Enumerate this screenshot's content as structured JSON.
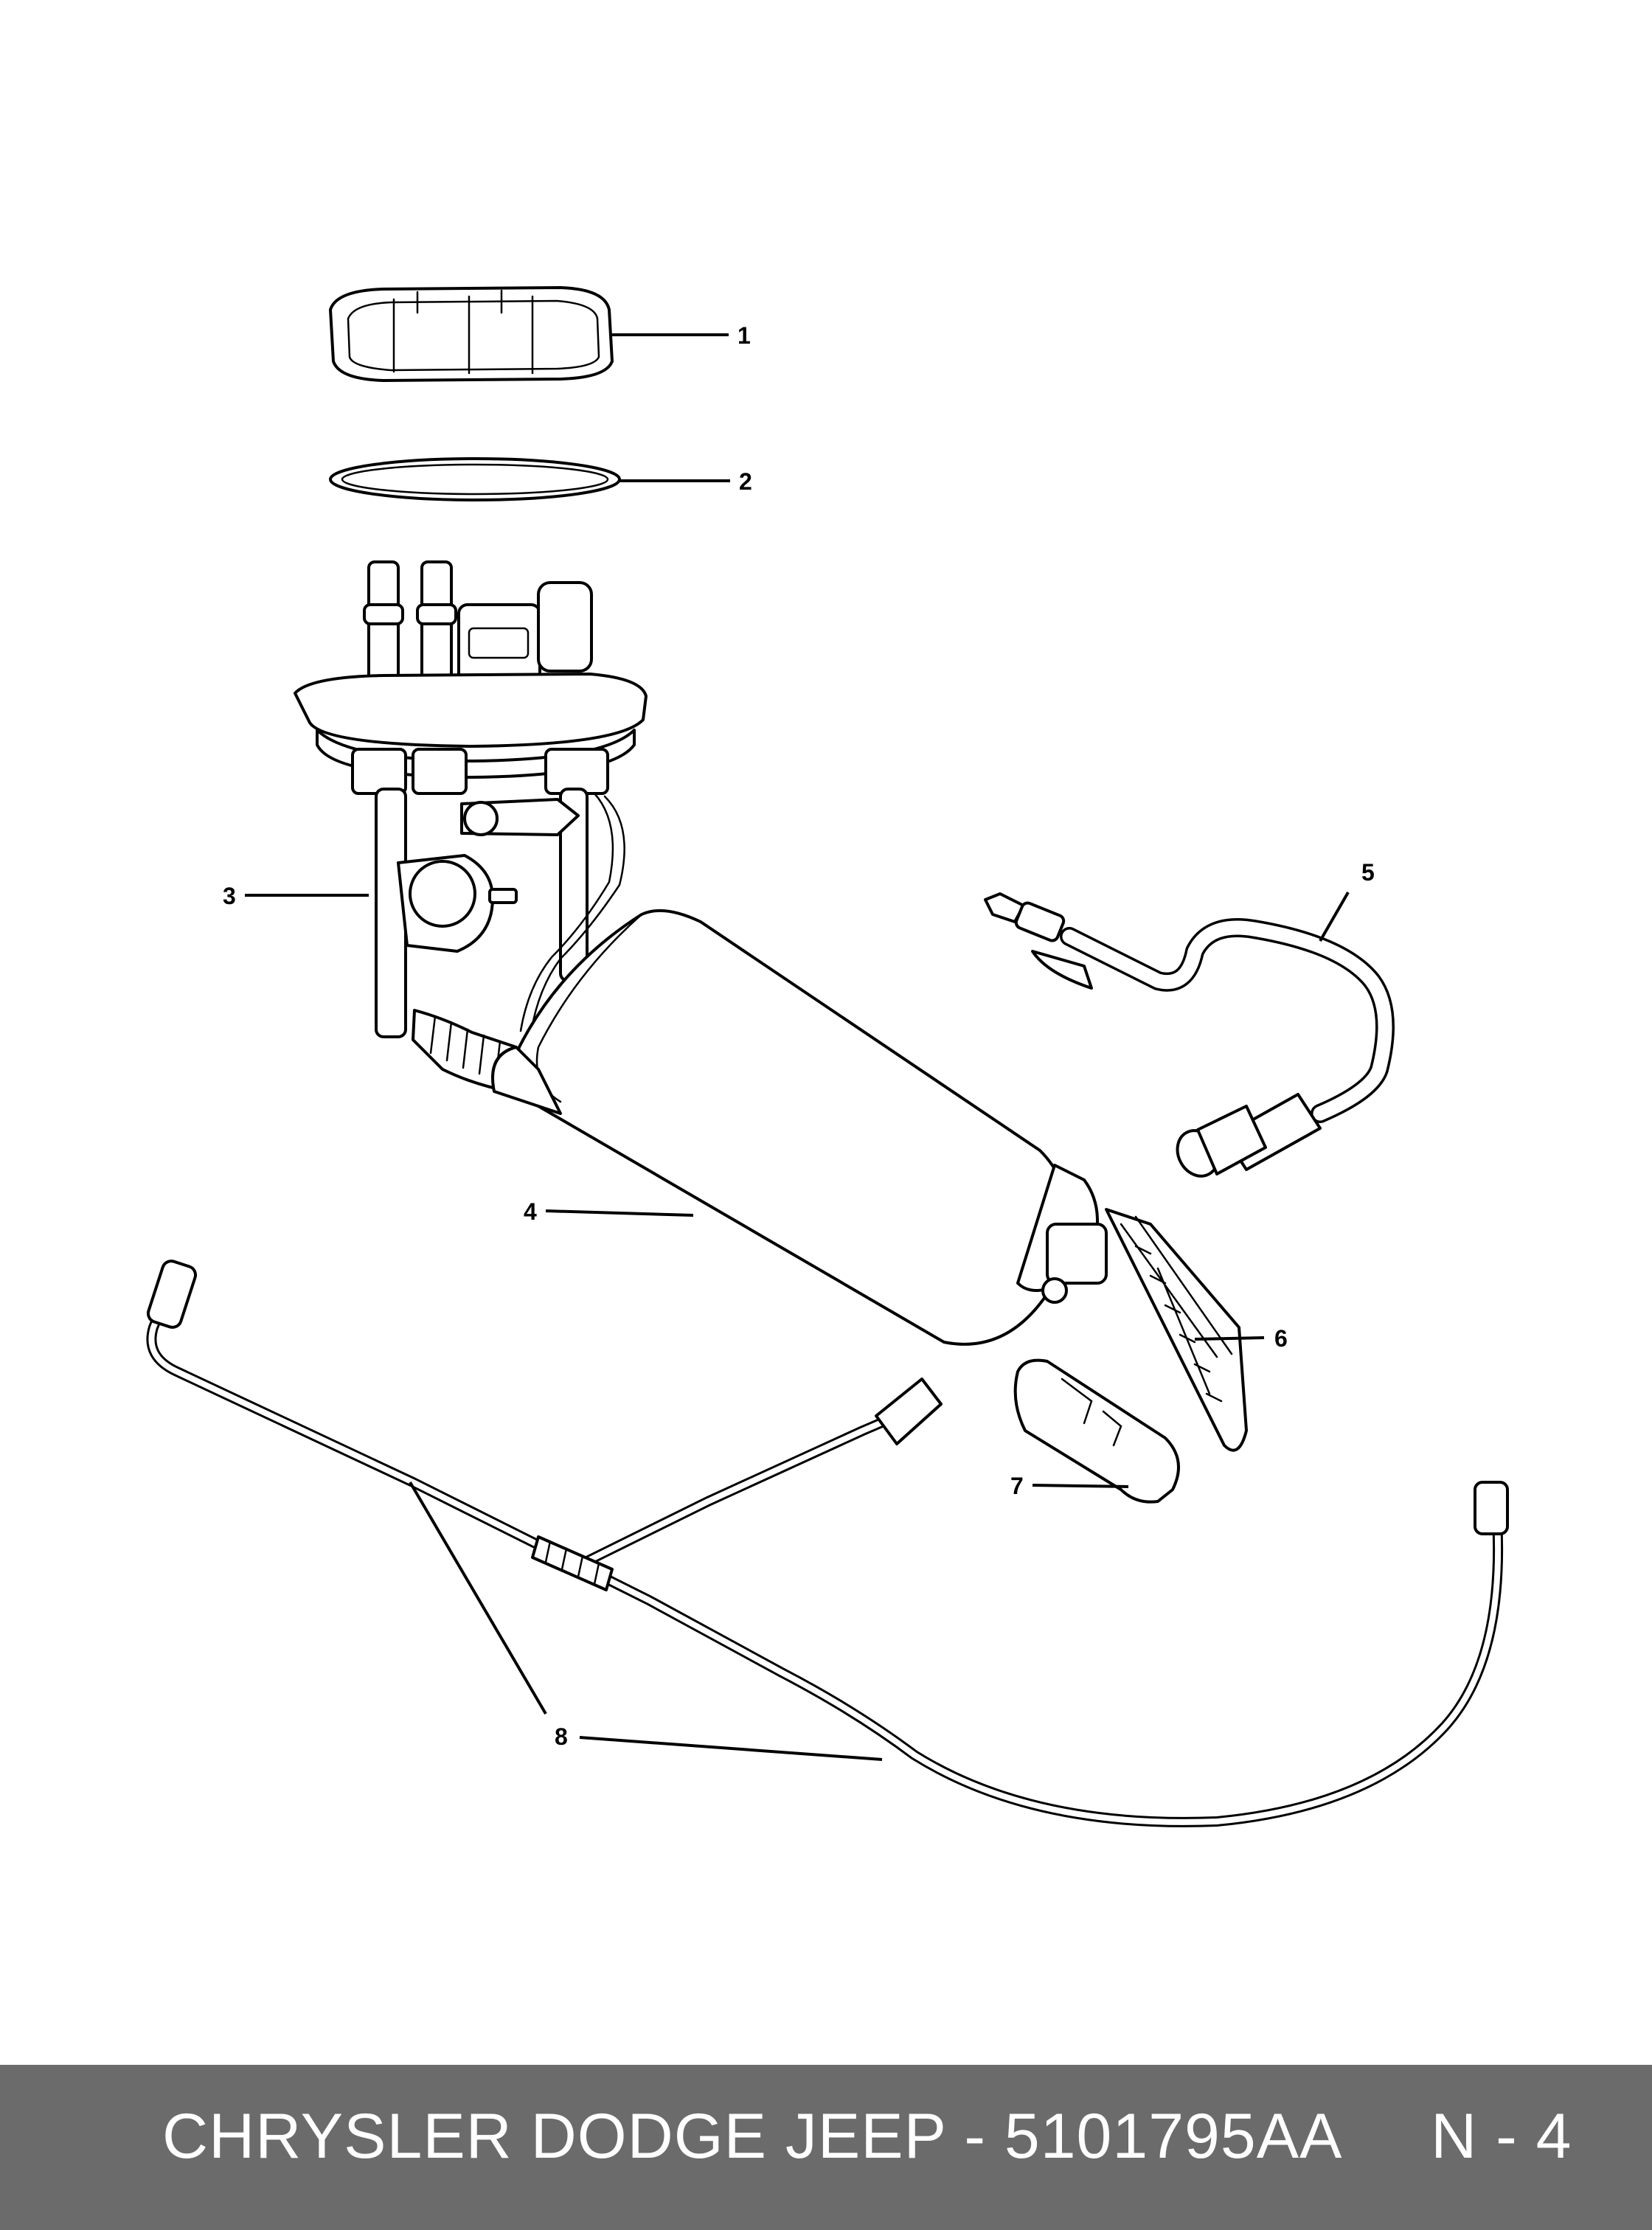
{
  "diagram": {
    "callouts": [
      "1",
      "2",
      "3",
      "4",
      "5",
      "6",
      "7",
      "8"
    ]
  },
  "footer": {
    "text": "CHRYSLER DODGE JEEP - 5101795AA     N - 4",
    "background": "#6b6b6b",
    "text_color": "#ffffff"
  }
}
